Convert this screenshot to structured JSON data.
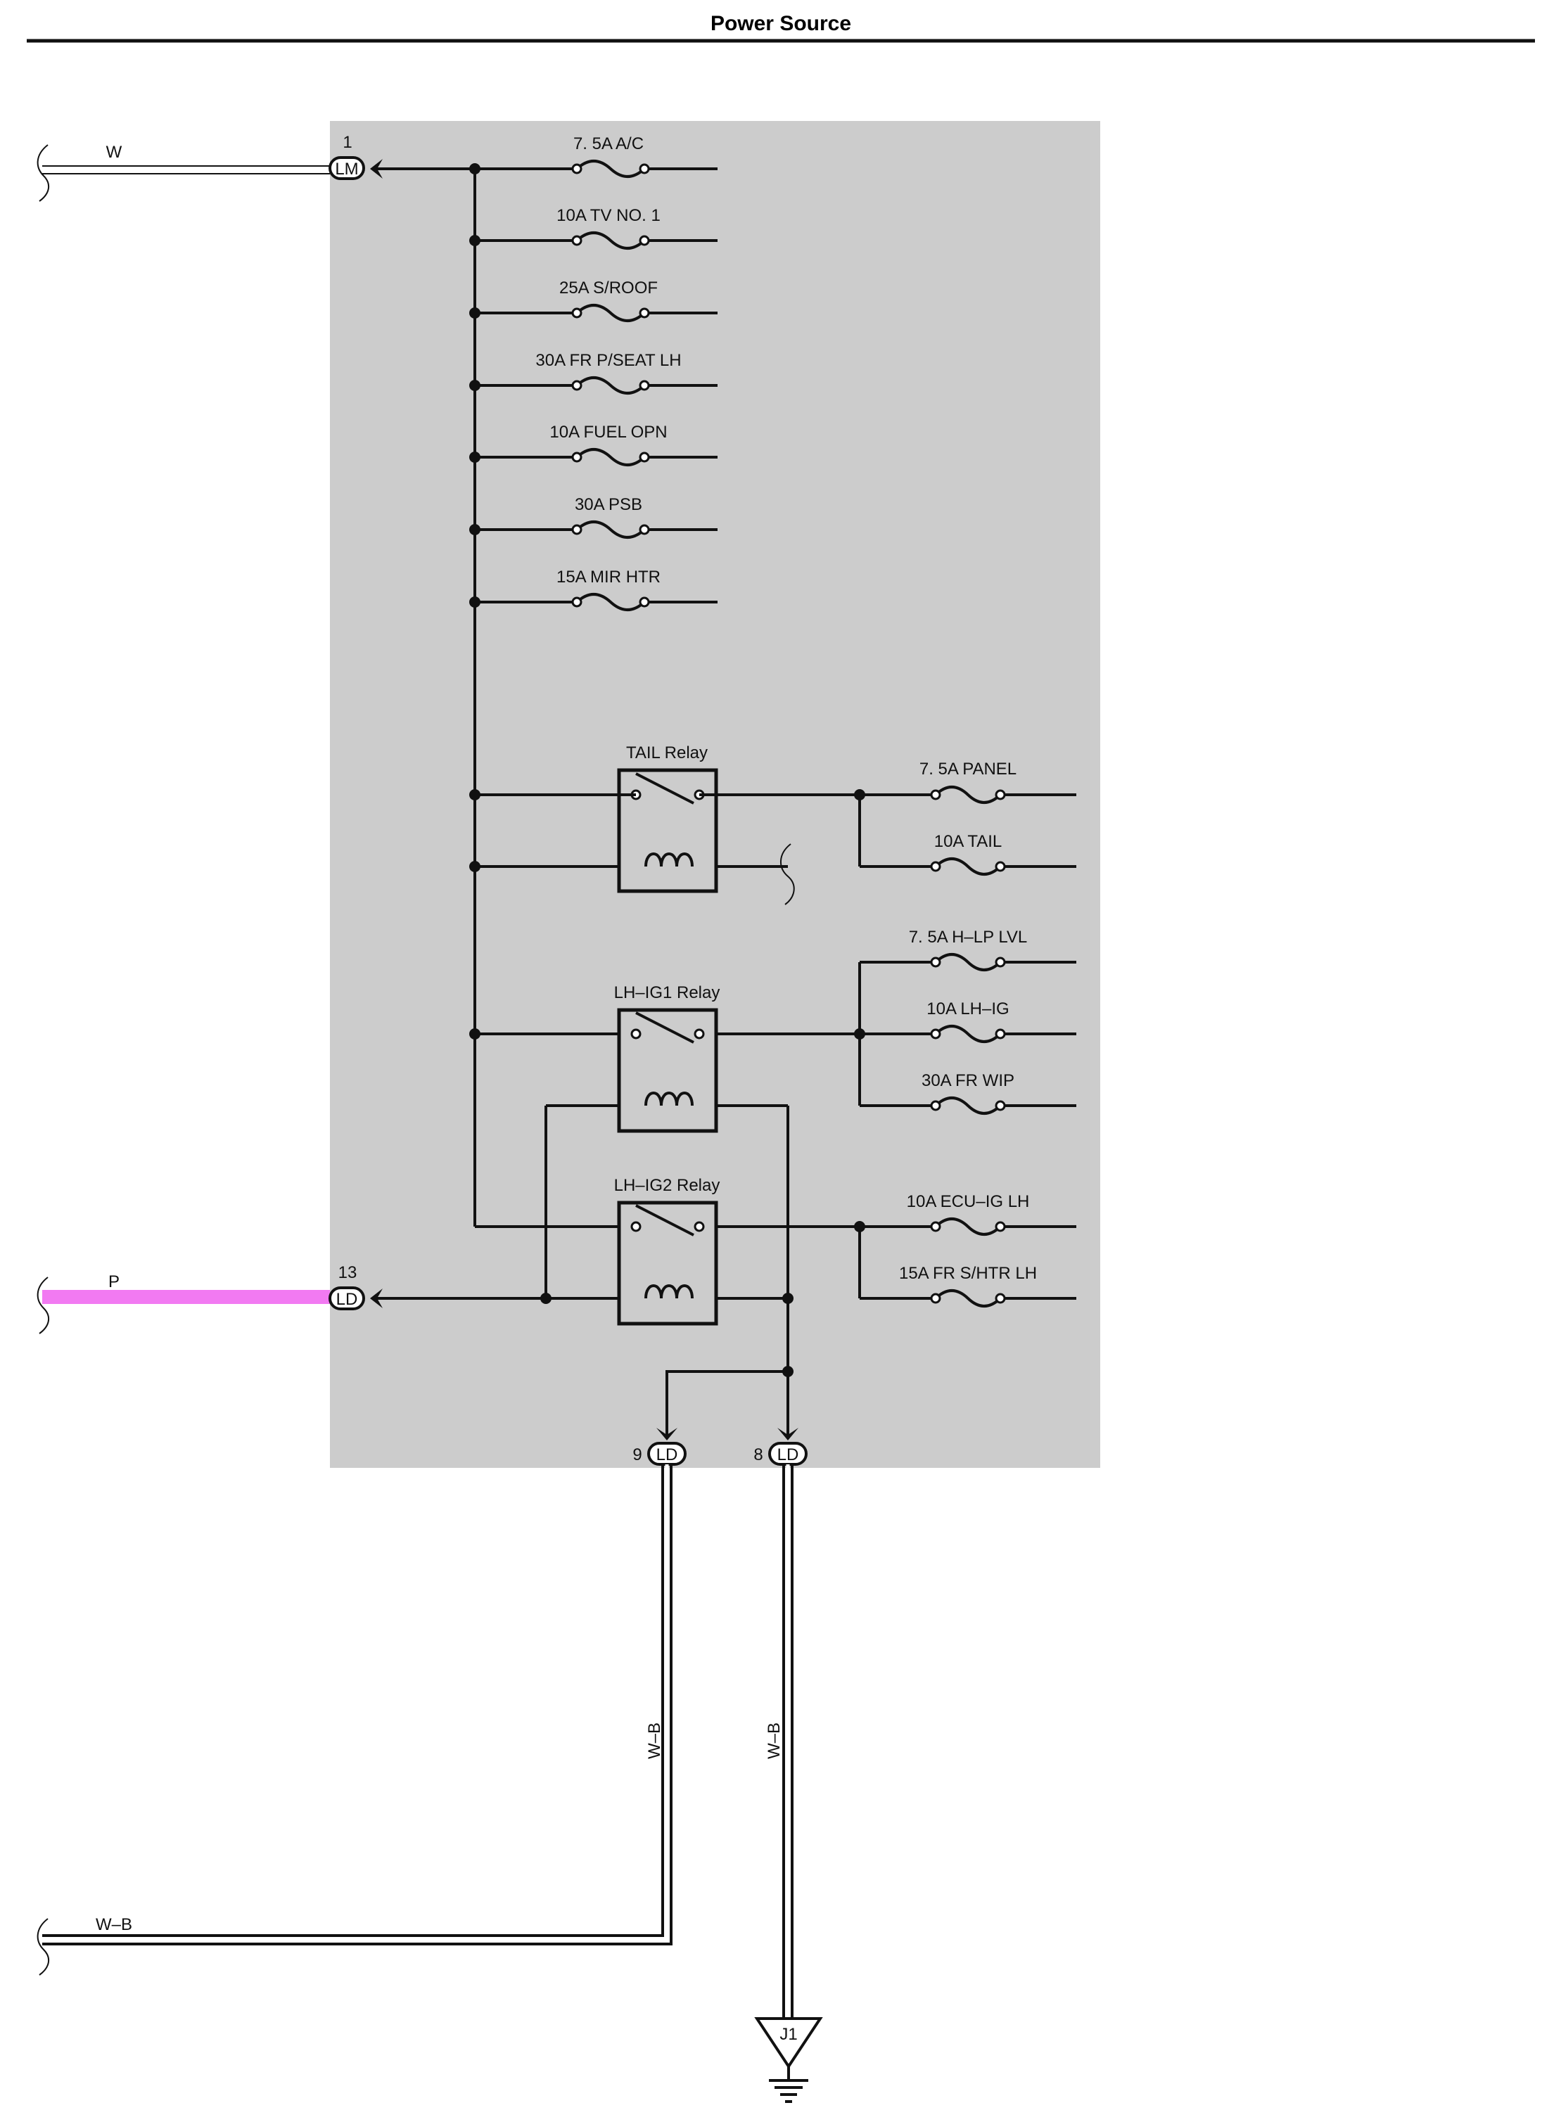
{
  "title": "Power Source",
  "colors": {
    "junction_block_fill": "#cccccc",
    "wire": "#111111",
    "pink_wire": "#f27af2"
  },
  "connectors": {
    "lm1": {
      "pin": "1",
      "code": "LM"
    },
    "ld13": {
      "pin": "13",
      "code": "LD"
    },
    "ld9": {
      "pin": "9",
      "code": "LD"
    },
    "ld8": {
      "pin": "8",
      "code": "LD"
    }
  },
  "wire_colors": {
    "w_top": "W",
    "p_left": "P",
    "wb_bottom_left": "W–B",
    "wb_vert_9": "W–B",
    "wb_vert_8": "W–B"
  },
  "fuses": {
    "ac": "7. 5A A/C",
    "tv1": "10A TV NO. 1",
    "sroof": "25A S/ROOF",
    "frpseat": "30A FR P/SEAT LH",
    "fuelopn": "10A FUEL OPN",
    "psb": "30A PSB",
    "mirhtr": "15A MIR HTR",
    "panel": "7. 5A PANEL",
    "tail": "10A TAIL",
    "hlplvl": "7. 5A H–LP LVL",
    "lhig": "10A LH–IG",
    "frwip": "30A FR WIP",
    "ecuig": "10A ECU–IG LH",
    "frshtr": "15A FR S/HTR LH"
  },
  "relays": {
    "tail": "TAIL Relay",
    "lhig1": "LH–IG1 Relay",
    "lhig2": "LH–IG2 Relay"
  },
  "ground": {
    "label": "J1"
  }
}
